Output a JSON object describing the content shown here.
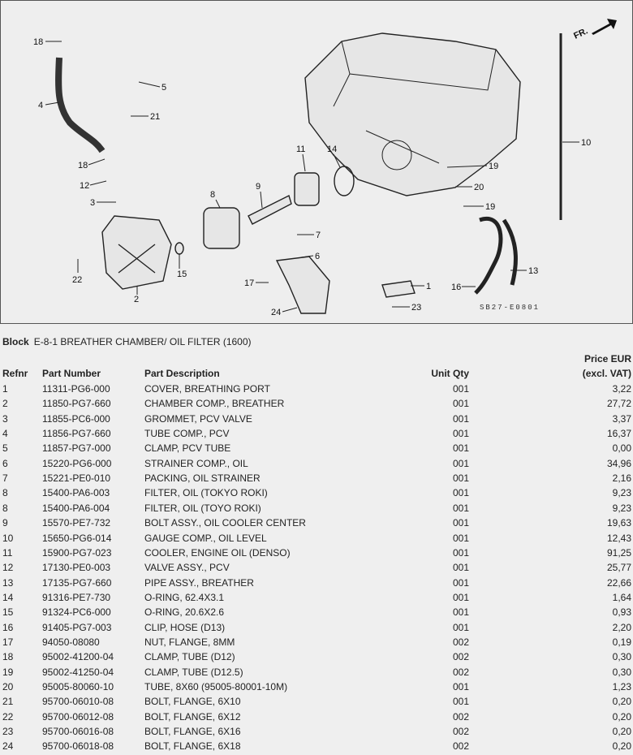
{
  "diagram": {
    "code": "SB27-E0801",
    "direction_label": "FR.",
    "callouts": [
      "18",
      "4",
      "5",
      "21",
      "18",
      "12",
      "3",
      "8",
      "9",
      "11",
      "14",
      "10",
      "19",
      "20",
      "19",
      "7",
      "6",
      "15",
      "22",
      "2",
      "17",
      "1",
      "16",
      "13",
      "24",
      "23"
    ]
  },
  "block": {
    "label": "Block",
    "title": "E-8-1 BREATHER CHAMBER/ OIL FILTER (1600)"
  },
  "table": {
    "headers": {
      "refnr": "Refnr",
      "part_number": "Part Number",
      "description": "Part Description",
      "qty": "Unit Qty",
      "price_line1": "Price EUR",
      "price_line2": "(excl. VAT)"
    },
    "rows": [
      [
        "1",
        "11311-PG6-000",
        "COVER, BREATHING PORT",
        "001",
        "3,22"
      ],
      [
        "2",
        "11850-PG7-660",
        "CHAMBER COMP., BREATHER",
        "001",
        "27,72"
      ],
      [
        "3",
        "11855-PC6-000",
        "GROMMET, PCV VALVE",
        "001",
        "3,37"
      ],
      [
        "4",
        "11856-PG7-660",
        "TUBE COMP., PCV",
        "001",
        "16,37"
      ],
      [
        "5",
        "11857-PG7-000",
        "CLAMP, PCV TUBE",
        "001",
        "0,00"
      ],
      [
        "6",
        "15220-PG6-000",
        "STRAINER COMP., OIL",
        "001",
        "34,96"
      ],
      [
        "7",
        "15221-PE0-010",
        "PACKING, OIL STRAINER",
        "001",
        "2,16"
      ],
      [
        "8",
        "15400-PA6-003",
        "FILTER, OIL (TOKYO ROKI)",
        "001",
        "9,23"
      ],
      [
        "8",
        "15400-PA6-004",
        "FILTER, OIL (TOYO ROKI)",
        "001",
        "9,23"
      ],
      [
        "9",
        "15570-PE7-732",
        "BOLT ASSY., OIL COOLER CENTER",
        "001",
        "19,63"
      ],
      [
        "10",
        "15650-PG6-014",
        "GAUGE COMP., OIL LEVEL",
        "001",
        "12,43"
      ],
      [
        "11",
        "15900-PG7-023",
        "COOLER, ENGINE OIL (DENSO)",
        "001",
        "91,25"
      ],
      [
        "12",
        "17130-PE0-003",
        "VALVE ASSY., PCV",
        "001",
        "25,77"
      ],
      [
        "13",
        "17135-PG7-660",
        "PIPE ASSY., BREATHER",
        "001",
        "22,66"
      ],
      [
        "14",
        "91316-PE7-730",
        "O-RING, 62.4X3.1",
        "001",
        "1,64"
      ],
      [
        "15",
        "91324-PC6-000",
        "O-RING, 20.6X2.6",
        "001",
        "0,93"
      ],
      [
        "16",
        "91405-PG7-003",
        "CLIP, HOSE (D13)",
        "001",
        "2,20"
      ],
      [
        "17",
        "94050-08080",
        "NUT, FLANGE, 8MM",
        "002",
        "0,19"
      ],
      [
        "18",
        "95002-41200-04",
        "CLAMP, TUBE (D12)",
        "002",
        "0,30"
      ],
      [
        "19",
        "95002-41250-04",
        "CLAMP, TUBE (D12.5)",
        "002",
        "0,30"
      ],
      [
        "20",
        "95005-80060-10",
        "TUBE, 8X60 (95005-80001-10M)",
        "001",
        "1,23"
      ],
      [
        "21",
        "95700-06010-08",
        "BOLT, FLANGE, 6X10",
        "001",
        "0,20"
      ],
      [
        "22",
        "95700-06012-08",
        "BOLT, FLANGE, 6X12",
        "002",
        "0,20"
      ],
      [
        "23",
        "95700-06016-08",
        "BOLT, FLANGE, 6X16",
        "002",
        "0,20"
      ],
      [
        "24",
        "95700-06018-08",
        "BOLT, FLANGE, 6X18",
        "002",
        "0,20"
      ]
    ]
  }
}
